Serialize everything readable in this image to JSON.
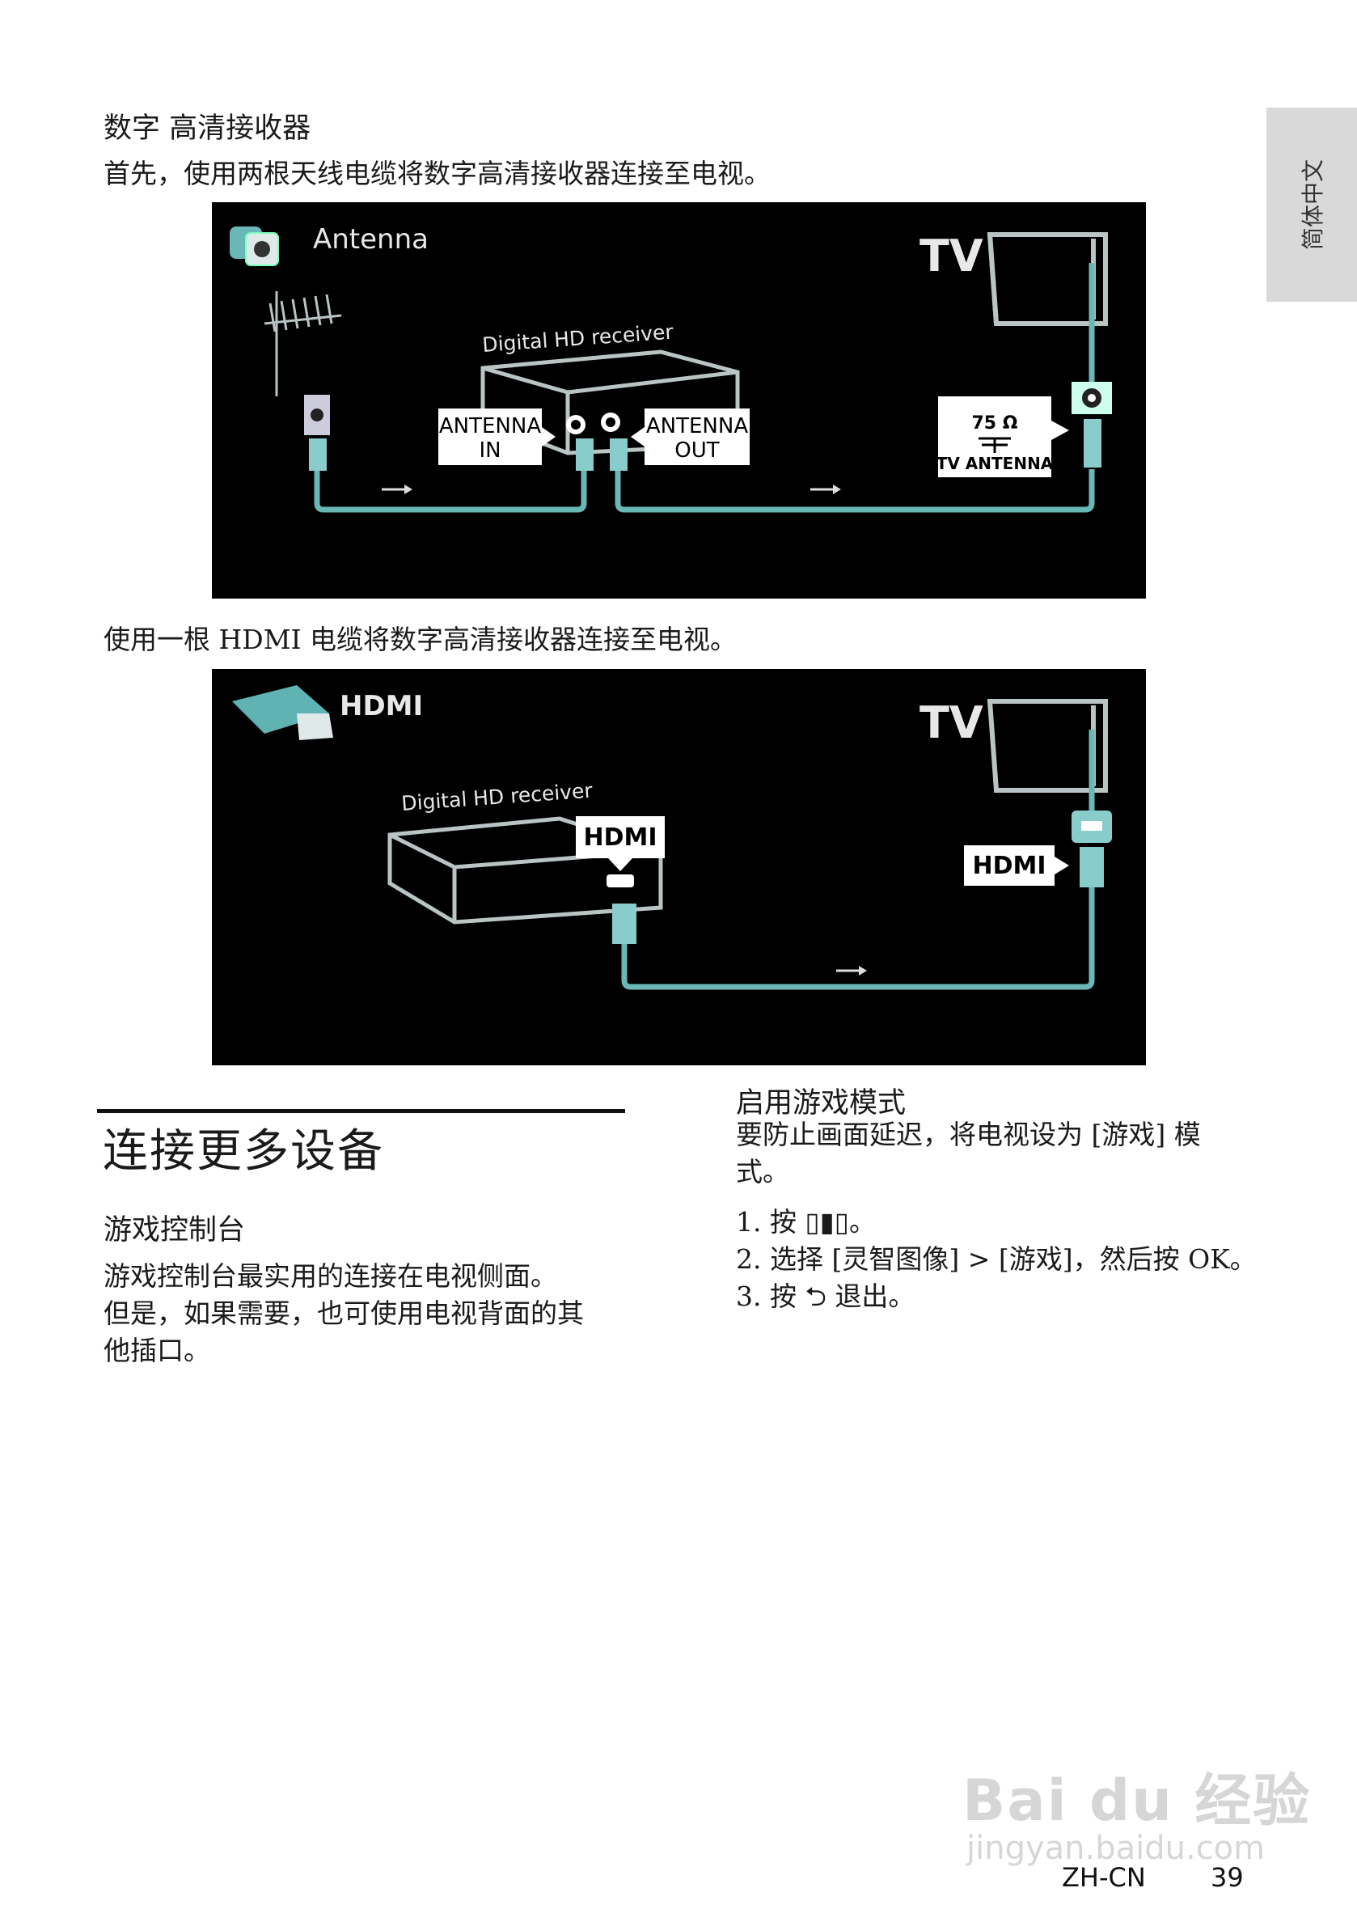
{
  "side_tab": "简体中文",
  "section1": {
    "heading": "数字 高清接收器",
    "para1": "首先，使用两根天线电缆将数字高清接收器连接至电视。",
    "para2": "使用一根 HDMI 电缆将数字高清接收器连接至电视。"
  },
  "diagram_antenna": {
    "title": "Antenna",
    "tv": "TV",
    "receiver": "Digital HD receiver",
    "in_label_1": "ANTENNA",
    "in_label_2": "IN",
    "out_label_1": "ANTENNA",
    "out_label_2": "OUT",
    "ohm": "75 Ω",
    "tv_antenna": "TV ANTENNA"
  },
  "diagram_hdmi": {
    "title": "HDMI",
    "tv": "TV",
    "receiver": "Digital HD receiver",
    "hdmi_receiver": "HDMI",
    "hdmi_tv": "HDMI"
  },
  "section2": {
    "title": "连接更多设备",
    "subheading": "游戏控制台",
    "para_lines": [
      "游戏控制台最实用的连接在电视侧面。",
      "但是，如果需要，也可使用电视背面的其",
      "他插口。"
    ]
  },
  "game_mode": {
    "heading": "启用游戏模式",
    "intro_lines": [
      "要防止画面延迟，将电视设为 [游戏] 模",
      "式。"
    ],
    "steps": [
      "1. 按 ▯▮▯。",
      "2. 选择 [灵智图像] > [游戏]，然后按 OK。",
      "3. 按 ⮌ 退出。"
    ]
  },
  "watermark": {
    "brand": "Bai du 经验",
    "url": "jingyan.baidu.com"
  },
  "footer": {
    "lang": "ZH-CN",
    "page": "39"
  }
}
